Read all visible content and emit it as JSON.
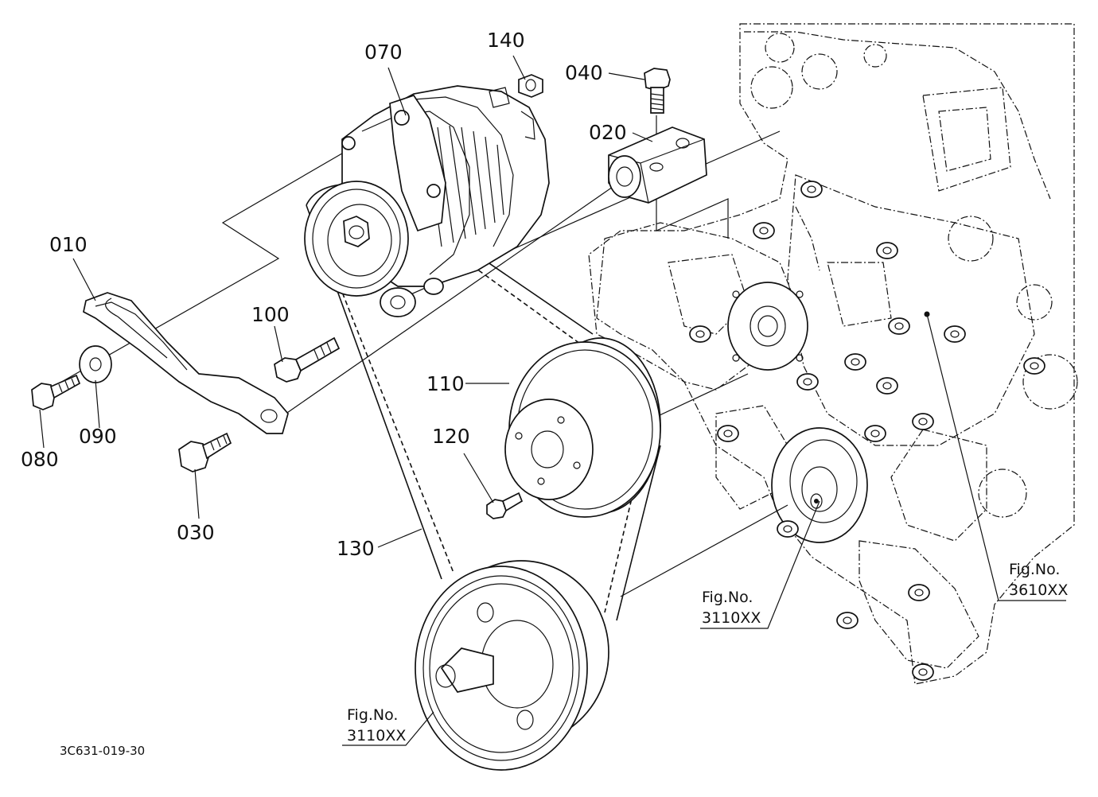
{
  "callouts": {
    "p010": "010",
    "p020": "020",
    "p030": "030",
    "p040": "040",
    "p070": "070",
    "p080": "080",
    "p090": "090",
    "p100": "100",
    "p110": "110",
    "p120": "120",
    "p130": "130",
    "p140": "140"
  },
  "figure_refs": {
    "water_pump": {
      "line1": "Fig.No.",
      "line2": "3610XX"
    },
    "crankshaft": {
      "line1": "Fig.No.",
      "line2": "3110XX"
    },
    "crank_pulley": {
      "line1": "Fig.No.",
      "line2": "3110XX"
    }
  },
  "drawing_number": "3C631-019-30"
}
